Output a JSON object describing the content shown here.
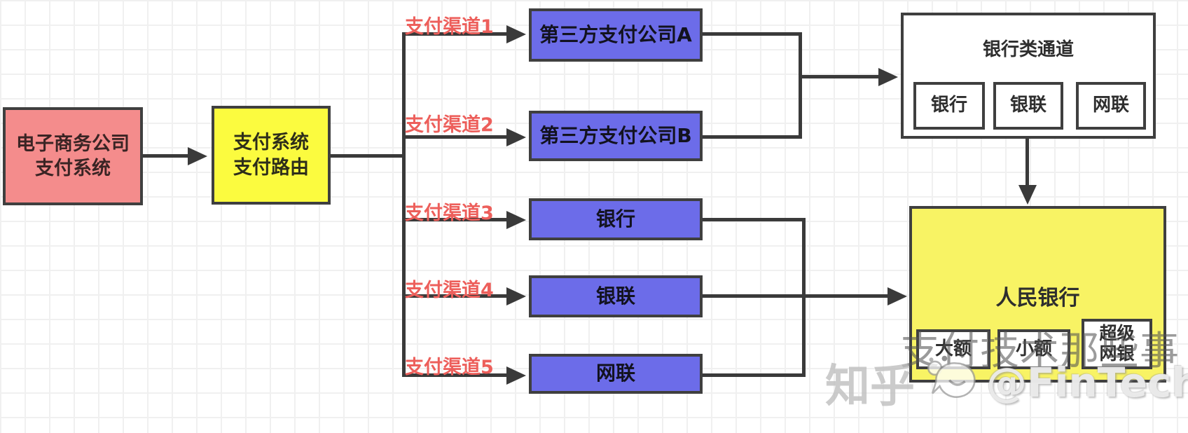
{
  "nodes": {
    "ecommerce": {
      "line1": "电子商务公司",
      "line2": "支付系统"
    },
    "router": {
      "line1": "支付系统",
      "line2": "支付路由"
    },
    "psp_a": "第三方支付公司A",
    "psp_b": "第三方支付公司B",
    "bank": "银行",
    "unionpay": "银联",
    "netsunion": "网联",
    "bank_channels": {
      "title": "银行类通道",
      "items": [
        "银行",
        "银联",
        "网联"
      ]
    },
    "pboc": {
      "title": "人民银行",
      "items": [
        "大额",
        "小额",
        "超级网银"
      ]
    }
  },
  "channel_labels": [
    "支付渠道1",
    "支付渠道2",
    "支付渠道3",
    "支付渠道4",
    "支付渠道5"
  ],
  "watermark": {
    "site": "知乎",
    "handle": "@FinTechShare",
    "overlay": "支付技术那些事"
  },
  "colors": {
    "pink": "#F48C8C",
    "yellow_bright": "#FBFB3F",
    "yellow_soft": "#F8F364",
    "purple": "#6C6CE9",
    "red_label": "#ED5F5B",
    "line": "#3A3A3A",
    "border": "#3F3F3F",
    "box_white": "#FFFFFF"
  }
}
